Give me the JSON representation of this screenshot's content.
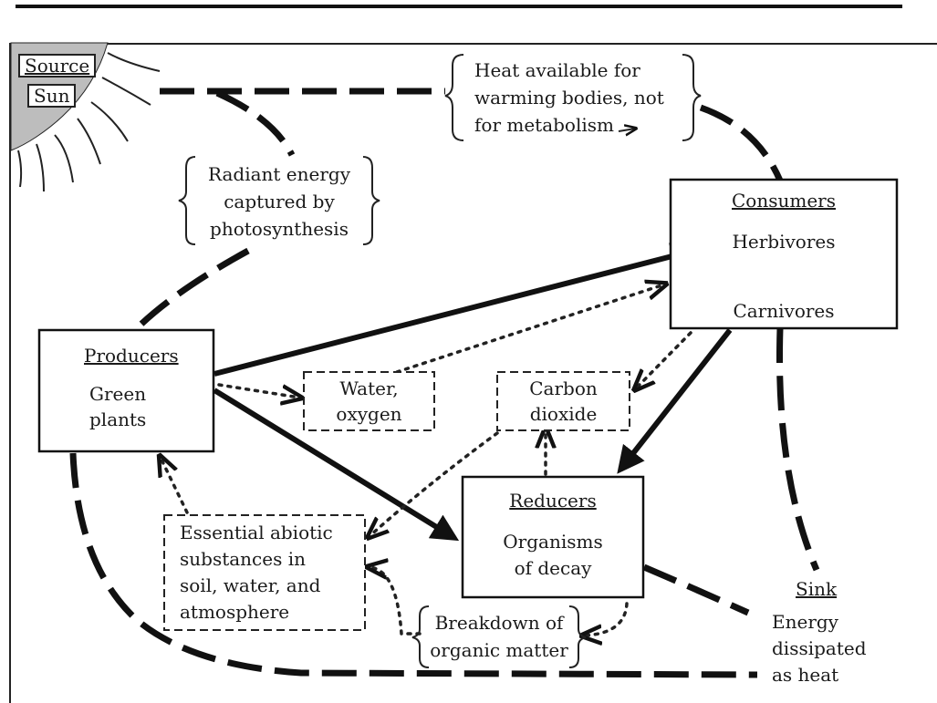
{
  "source": {
    "title": "Source",
    "name": "Sun"
  },
  "sink": {
    "title": "Sink",
    "lines": [
      "Energy",
      "dissipated",
      "as heat"
    ]
  },
  "consumers": {
    "title": "Consumers",
    "top": "Herbivores",
    "bottom": "Carnivores"
  },
  "producers": {
    "title": "Producers",
    "lines": [
      "Green",
      "plants"
    ]
  },
  "reducers": {
    "title": "Reducers",
    "lines": [
      "Organisms",
      "of decay"
    ]
  },
  "water": {
    "lines": [
      "Water,",
      "oxygen"
    ]
  },
  "co2": {
    "lines": [
      "Carbon",
      "dioxide"
    ]
  },
  "abiotic": {
    "lines": [
      "Essential abiotic",
      "substances in",
      "soil, water, and",
      "atmosphere"
    ]
  },
  "heat_note": {
    "lines": [
      "Heat available for",
      "warming bodies, not",
      "for metabolism"
    ]
  },
  "radiant_note": {
    "lines": [
      "Radiant energy",
      "captured by",
      "photosynthesis"
    ]
  },
  "breakdown_note": {
    "lines": [
      "Breakdown of",
      "organic matter"
    ]
  }
}
